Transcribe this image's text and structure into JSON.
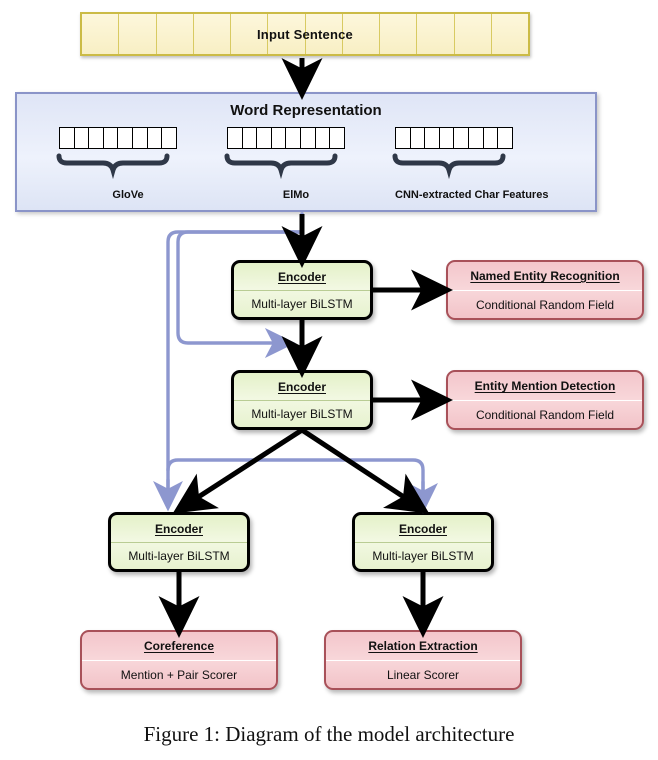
{
  "figure": {
    "caption": "Figure 1: Diagram of the model architecture"
  },
  "input": {
    "label": "Input Sentence",
    "cell_count": 12,
    "border_color": "#cbbb46",
    "fill_color": "#fdf7dc"
  },
  "word_representation": {
    "title": "Word Representation",
    "panel_border_color": "#8a94c8",
    "panel_fill_color": "#e4eaf8",
    "groups": [
      {
        "label": "GloVe",
        "cells": 8
      },
      {
        "label": "ElMo",
        "cells": 8
      },
      {
        "label": "CNN-extracted Char Features",
        "cells": 8
      }
    ]
  },
  "encoders": [
    {
      "title": "Encoder",
      "subtitle": "Multi-layer BiLSTM"
    },
    {
      "title": "Encoder",
      "subtitle": "Multi-layer BiLSTM"
    },
    {
      "title": "Encoder",
      "subtitle": "Multi-layer BiLSTM"
    },
    {
      "title": "Encoder",
      "subtitle": "Multi-layer BiLSTM"
    }
  ],
  "tasks": [
    {
      "title": "Named Entity Recognition",
      "subtitle": "Conditional Random Field"
    },
    {
      "title": "Entity Mention Detection",
      "subtitle": "Conditional Random Field"
    },
    {
      "title": "Coreference",
      "subtitle": "Mention + Pair Scorer"
    },
    {
      "title": "Relation Extraction",
      "subtitle": "Linear Scorer"
    }
  ],
  "colors": {
    "encoder_fill": "#e9f4d4",
    "encoder_border": "#000000",
    "task_fill": "#f5ced2",
    "task_border": "#a85159",
    "skip_connection": "#8d97cf",
    "main_arrow": "#000000"
  }
}
